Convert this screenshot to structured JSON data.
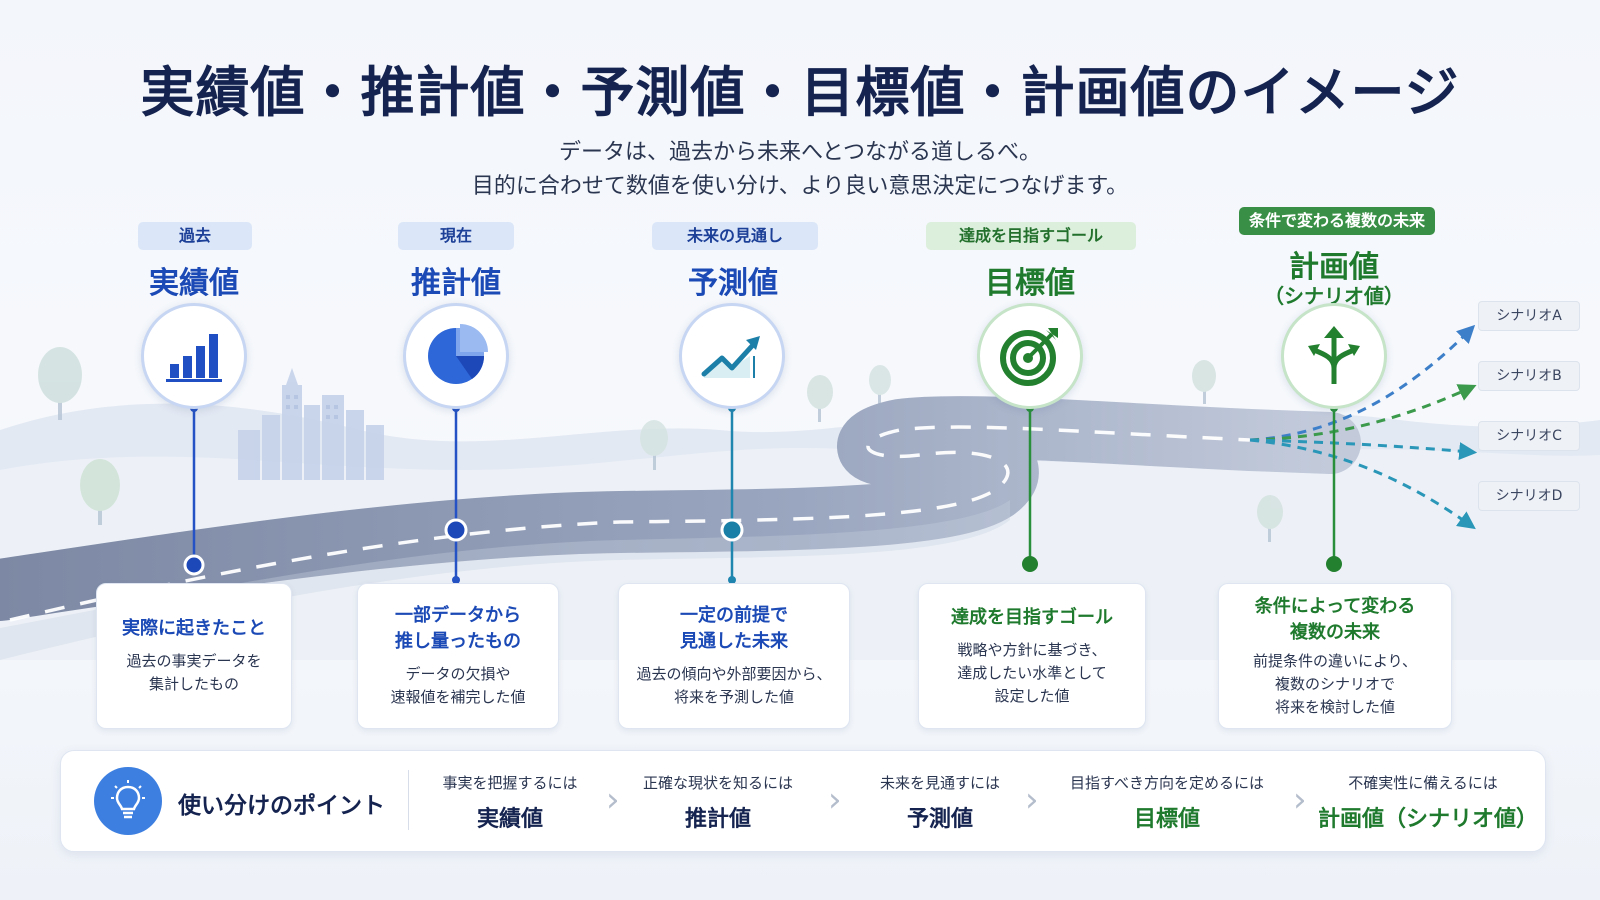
{
  "title": "実績値・推計値・予測値・目標値・計画値のイメージ",
  "subtitle_lines": [
    "データは、過去から未来へとつながる道しるべ。",
    "目的に合わせて数値を使い分け、より良い意思決定につなげます。"
  ],
  "stages": [
    {
      "tag": "過去",
      "title": "実績値",
      "icon": "bar-chart-icon",
      "card_head": [
        "実際に起きたこと"
      ],
      "card_body": [
        "過去の事実データを",
        "集計したもの"
      ]
    },
    {
      "tag": "現在",
      "title": "推計値",
      "icon": "pie-chart-icon",
      "card_head": [
        "一部データから",
        "推し量ったもの"
      ],
      "card_body": [
        "データの欠損や",
        "速報値を補完した値"
      ]
    },
    {
      "tag": "未来の見通し",
      "title": "予測値",
      "icon": "trend-up-icon",
      "card_head": [
        "一定の前提で",
        "見通した未来"
      ],
      "card_body": [
        "過去の傾向や外部要因から、",
        "将来を予測した値"
      ]
    },
    {
      "tag": "達成を目指すゴール",
      "title": "目標値",
      "icon": "target-icon",
      "card_head": [
        "達成を目指すゴール"
      ],
      "card_body": [
        "戦略や方針に基づき、",
        "達成したい水準として",
        "設定した値"
      ]
    },
    {
      "tag": "条件で変わる複数の未来",
      "title": "計画値",
      "title_sub": "（シナリオ値）",
      "icon": "branching-arrows-icon",
      "card_head": [
        "条件によって変わる",
        "複数の未来"
      ],
      "card_body": [
        "前提条件の違いにより、",
        "複数のシナリオで",
        "将来を検討した値"
      ]
    }
  ],
  "scenarios": [
    "シナリオA",
    "シナリオB",
    "シナリオC",
    "シナリオD"
  ],
  "bottom": {
    "label": "使い分けのポイント",
    "icon": "lightbulb-icon",
    "tips": [
      {
        "question": "事実を把握するには",
        "answer": "実績値"
      },
      {
        "question": "正確な現状を知るには",
        "answer": "推計値"
      },
      {
        "question": "未来を見通すには",
        "answer": "予測値"
      },
      {
        "question": "目指すべき方向を定めるには",
        "answer": "目標値"
      },
      {
        "question": "不確実性に備えるには",
        "answer": "計画値（シナリオ値）"
      }
    ]
  },
  "colors": {
    "blue_accent": "#1b49b5",
    "green_accent": "#1f7a2e",
    "road": "#8f9bb5",
    "title": "#14234f"
  }
}
